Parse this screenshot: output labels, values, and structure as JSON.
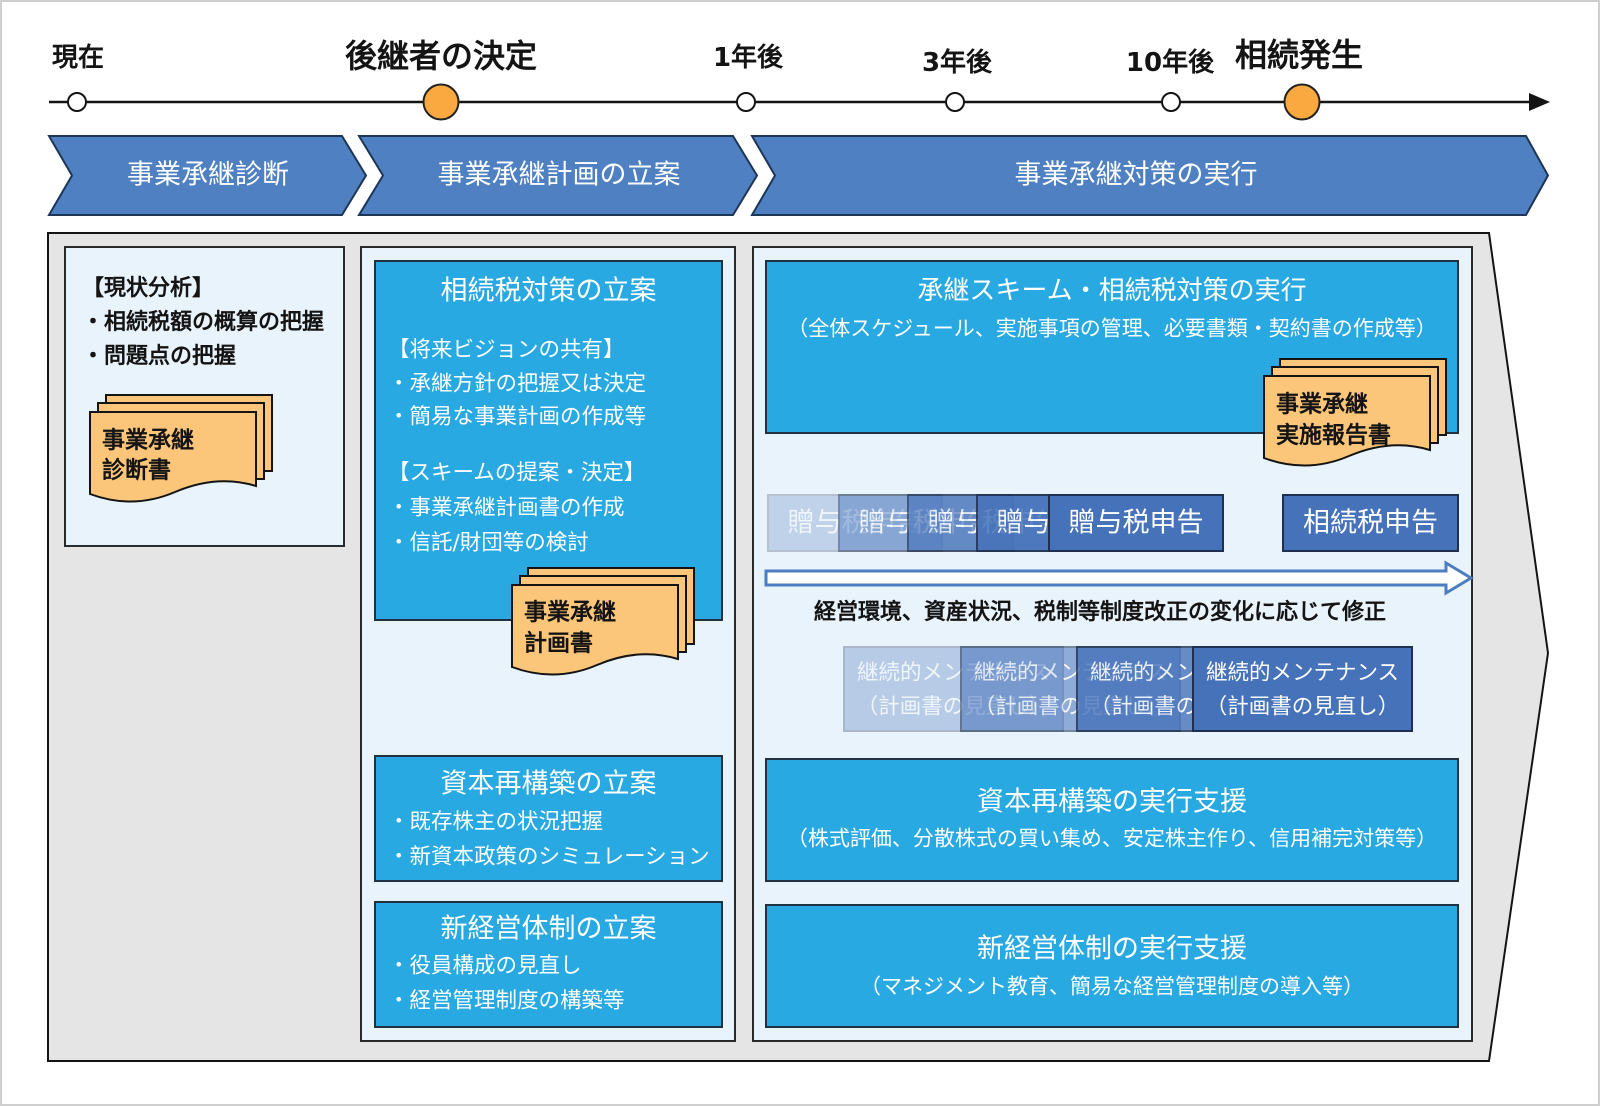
{
  "timeline": {
    "milestones": [
      {
        "label": "現在",
        "marker": "white-circle"
      },
      {
        "label": "後継者の決定",
        "marker": "orange-circle"
      },
      {
        "label": "1年後",
        "marker": "white-circle"
      },
      {
        "label": "3年後",
        "marker": "white-circle"
      },
      {
        "label": "10年後",
        "marker": "white-circle"
      },
      {
        "label": "相続発生",
        "marker": "orange-circle"
      }
    ]
  },
  "phases": [
    {
      "label": "事業承継診断"
    },
    {
      "label": "事業承継計画の立案"
    },
    {
      "label": "事業承継対策の実行"
    }
  ],
  "diagnosis": {
    "heading": "【現状分析】",
    "items": [
      "・相続税額の概算の把握",
      "・問題点の把握"
    ],
    "document": [
      "事業承継",
      "診断書"
    ]
  },
  "planning": {
    "inheritance_tax": {
      "title": "相続税対策の立案",
      "groups": [
        {
          "heading": "【将来ビジョンの共有】",
          "items": [
            "・承継方針の把握又は決定",
            "・簡易な事業計画の作成等"
          ]
        },
        {
          "heading": "【スキームの提案・決定】",
          "items": [
            "・事業承継計画書の作成",
            "・信託/財団等の検討"
          ]
        }
      ],
      "document": [
        "事業承継",
        "計画書"
      ]
    },
    "capital": {
      "title": "資本再構築の立案",
      "items": [
        "・既存株主の状況把握",
        "・新資本政策のシミュレーション"
      ]
    },
    "management": {
      "title": "新経営体制の立案",
      "items": [
        "・役員構成の見直し",
        "・経営管理制度の構築等"
      ]
    }
  },
  "execution": {
    "scheme": {
      "title": "承継スキーム・相続税対策の実行",
      "note": "（全体スケジュール、実施事項の管理、必要書類・契約書の作成等）",
      "document": [
        "事業承継",
        "実施報告書"
      ]
    },
    "gift_tax_filing": "贈与税申告",
    "inheritance_tax_filing": "相続税申告",
    "revision_note": "経営環境、資産状況、税制等制度改正の変化に応じて修正",
    "maintenance": {
      "title": "継続的メンテナンス",
      "note": "（計画書の見直し）"
    },
    "capital": {
      "title": "資本再構築の実行支援",
      "note": "（株式評価、分散株式の買い集め、安定株主作り、信用補完対策等）"
    },
    "management": {
      "title": "新経営体制の実行支援",
      "note": "（マネジメント教育、簡易な経営管理制度の導入等）"
    }
  },
  "colors": {
    "phase_blue": "#4e80c2",
    "box_blue": "#29a9e1",
    "filing_blue": "#4672ba",
    "document_orange": "#fbc679",
    "milestone_orange": "#f9a93f",
    "panel_bg": "#e9f3fb",
    "frame_bg": "#e5e5e5",
    "arrow_blue": "#4c7dc0"
  }
}
